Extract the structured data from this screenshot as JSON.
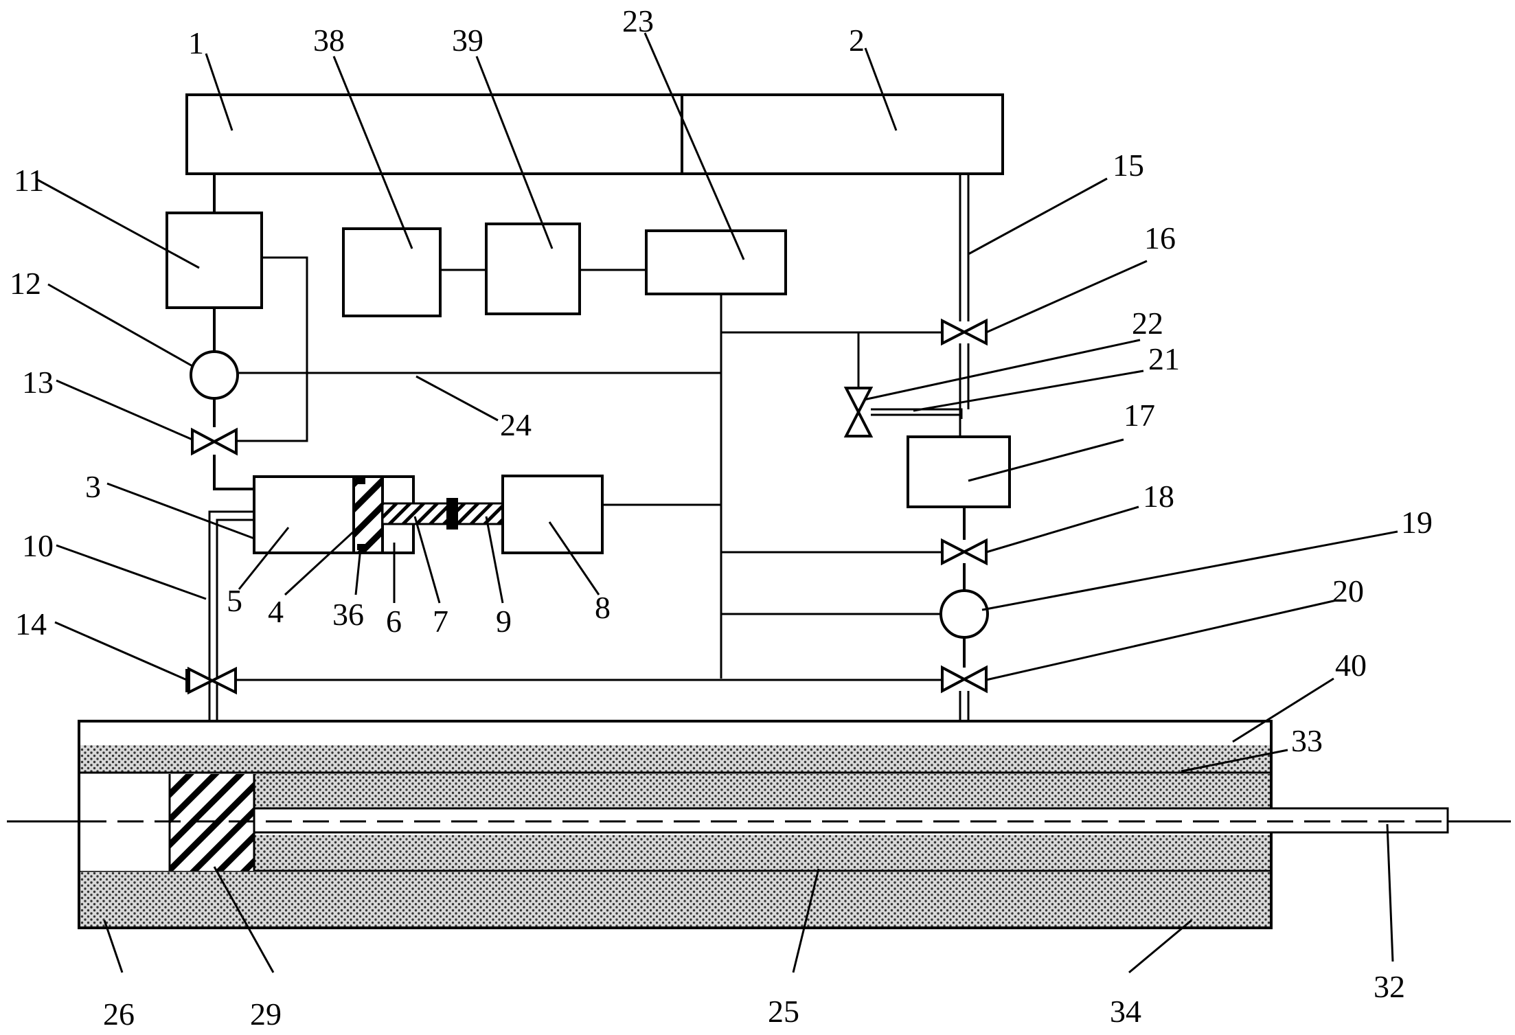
{
  "labels": {
    "l1": "1",
    "l2": "2",
    "l3": "3",
    "l4": "4",
    "l5": "5",
    "l6": "6",
    "l7": "7",
    "l8": "8",
    "l9": "9",
    "l10": "10",
    "l11": "11",
    "l12": "12",
    "l13": "13",
    "l14": "14",
    "l15": "15",
    "l16": "16",
    "l17": "17",
    "l18": "18",
    "l19": "19",
    "l20": "20",
    "l21": "21",
    "l22": "22",
    "l23": "23",
    "l24": "24",
    "l25": "25",
    "l26": "26",
    "l29": "29",
    "l32": "32",
    "l33": "33",
    "l34": "34",
    "l36": "36",
    "l38": "38",
    "l39": "39",
    "l40": "40"
  }
}
